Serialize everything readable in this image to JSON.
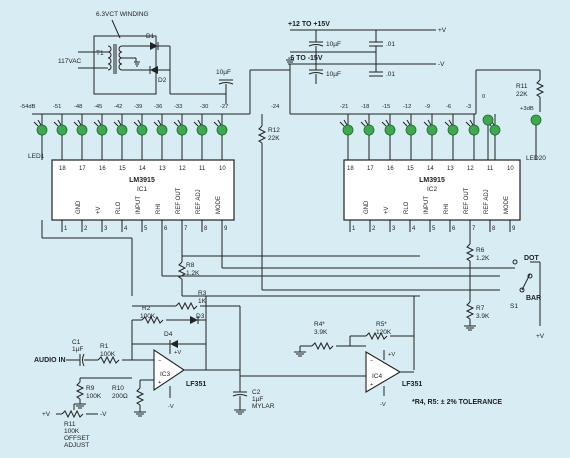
{
  "colors": {
    "background": "#d7ecf3",
    "led": "#3ea84e",
    "wire": "#222222"
  },
  "power": {
    "winding": "6.3VCT WINDING",
    "t1": "T1",
    "mains": "117VAC",
    "d1": "D1",
    "d2": "D2",
    "cap_10uf_a": "10µF",
    "cap_10uf_b": "10µF",
    "cap_10uf_c": "10µF",
    "cap_01_a": ".01",
    "cap_01_b": ".01",
    "pos_supply": "+12 TO +15V",
    "neg_supply": "-6 TO -15V",
    "pos_rail": "+V",
    "neg_rail": "-V"
  },
  "db_scale_left": [
    "-54dB",
    "-51",
    "-48",
    "-45",
    "-42",
    "-39",
    "-36",
    "-33",
    "-30",
    "-27"
  ],
  "db_scale_right": [
    "-24",
    "-21",
    "-18",
    "-15",
    "-12",
    "-9",
    "-6",
    "-3",
    "0",
    "+3dB"
  ],
  "ic1": {
    "part": "LM3915",
    "ref": "IC1",
    "top_pins": [
      "18",
      "17",
      "16",
      "15",
      "14",
      "13",
      "12",
      "11",
      "10"
    ],
    "bottom_labels": [
      "GND",
      "+V",
      "RLO",
      "INPUT",
      "RHI",
      "REF OUT",
      "REF ADJ",
      "MODE"
    ],
    "bottom_pins": [
      "1",
      "2",
      "3",
      "4",
      "5",
      "6",
      "7",
      "8",
      "9"
    ]
  },
  "ic2": {
    "part": "LM3915",
    "ref": "IC2",
    "top_pins": [
      "18",
      "17",
      "16",
      "15",
      "14",
      "13",
      "12",
      "11",
      "10"
    ],
    "bottom_labels": [
      "GND",
      "+V",
      "RLO",
      "INPUT",
      "RHI",
      "REF OUT",
      "REF ADJ",
      "MODE"
    ],
    "bottom_pins": [
      "1",
      "2",
      "3",
      "4",
      "5",
      "6",
      "7",
      "8",
      "9"
    ]
  },
  "leds": {
    "led1": "LED1",
    "led20": "LED20"
  },
  "resistors": {
    "r12": "R12",
    "r12_val": "22K",
    "r11": "R11",
    "r11_val": "22K",
    "r8": "R8",
    "r8_val": "1.2K",
    "r6": "R6",
    "r6_val": "1.2K",
    "r7": "R7",
    "r7_val": "3.9K",
    "r3": "R3",
    "r3_val": "1K",
    "r2": "R2",
    "r2_val": "100K",
    "r1": "R1",
    "r1_val": "100K",
    "r9": "R9",
    "r9_val": "100K",
    "r10": "R10",
    "r10_val": "200Ω",
    "r4": "R4*",
    "r4_val": "3.9K",
    "r5": "R5*",
    "r5_val": "120K",
    "r11_pot": "R11",
    "r11_pot_val": "100K",
    "offset": "OFFSET",
    "adjust": "ADJUST"
  },
  "diodes": {
    "d3": "D3",
    "d4": "D4"
  },
  "caps": {
    "c1": "C1",
    "c1_val": "1µF",
    "c2": "C2",
    "c2_val": "1µF",
    "mylar": "MYLAR"
  },
  "opamps": {
    "ic3": "IC3",
    "ic4": "IC4",
    "ic3_type": "LF351",
    "ic4_type": "LF351"
  },
  "switch": {
    "s1": "S1",
    "dot": "DOT",
    "bar": "BAR"
  },
  "misc": {
    "audio_in": "AUDIO IN",
    "note": "*R4, R5: ± 2% TOLERANCE",
    "plus_v": "+V",
    "minus_v": "-V"
  }
}
